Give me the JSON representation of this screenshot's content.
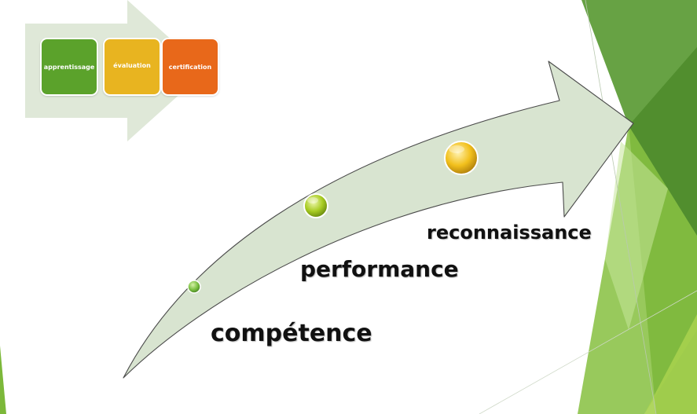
{
  "process": {
    "steps": [
      {
        "label": "apprentissage",
        "color": "#5ba22b"
      },
      {
        "label": "évaluation",
        "color": "#e8b420"
      },
      {
        "label": "certification",
        "color": "#e8681a"
      }
    ],
    "arrow_color": "#dfe8d8"
  },
  "progression": {
    "stages": [
      "compétence",
      "performance",
      "reconnaissance"
    ],
    "arrow_fill": "#d8e4d0",
    "arrow_stroke": "#4a4a4a",
    "dot_colors": [
      "#7cc143",
      "#a8cc22",
      "#f2c01c"
    ]
  },
  "theme": {
    "green_dark": "#4e8a2a",
    "green_mid": "#6fb03a",
    "green_light": "#a6d24e"
  }
}
